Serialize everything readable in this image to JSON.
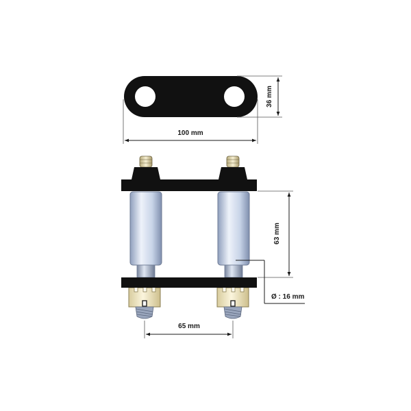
{
  "dimensions": {
    "plate_length": "100 mm",
    "plate_height": "36 mm",
    "bolt_length": "63 mm",
    "bolt_diameter": "Ø : 16 mm",
    "bolt_spacing": "65 mm"
  },
  "colors": {
    "plate": "#111111",
    "bushing": "#c8d4e8",
    "bushing_highlight": "#eef2fa",
    "bushing_shadow": "#8f9fbd",
    "nut": "#efe6c6",
    "grease_nipple": "#e8e0c0",
    "dimension": "#1a1a1a"
  }
}
